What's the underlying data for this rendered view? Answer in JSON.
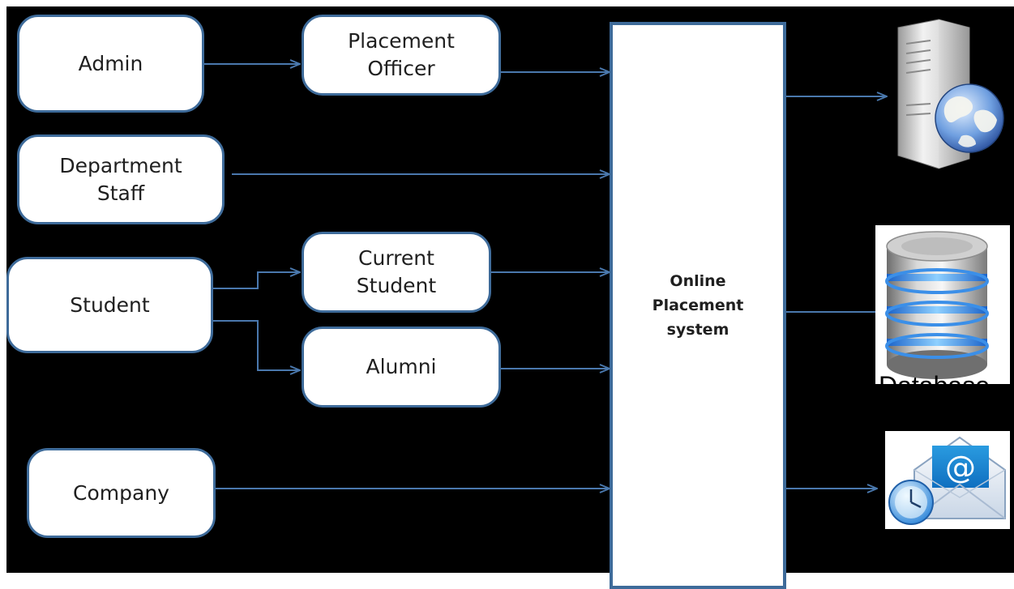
{
  "actors": {
    "admin": "Admin",
    "placement_officer": "Placement\nOfficer",
    "department_staff": "Department\nStaff",
    "student": "Student",
    "current_student": "Current\nStudent",
    "alumni": "Alumni",
    "company": "Company"
  },
  "system": {
    "label": "Online\nPlacement\nsystem"
  },
  "outputs": {
    "server": {
      "icon": "web-server-icon"
    },
    "database": {
      "icon": "database-icon",
      "caption": "Database"
    },
    "email": {
      "icon": "email-icon"
    }
  },
  "colors": {
    "background": "#000000",
    "box_fill": "#ffffff",
    "border": "#3e6b9a",
    "arrow": "#4a78ad"
  }
}
